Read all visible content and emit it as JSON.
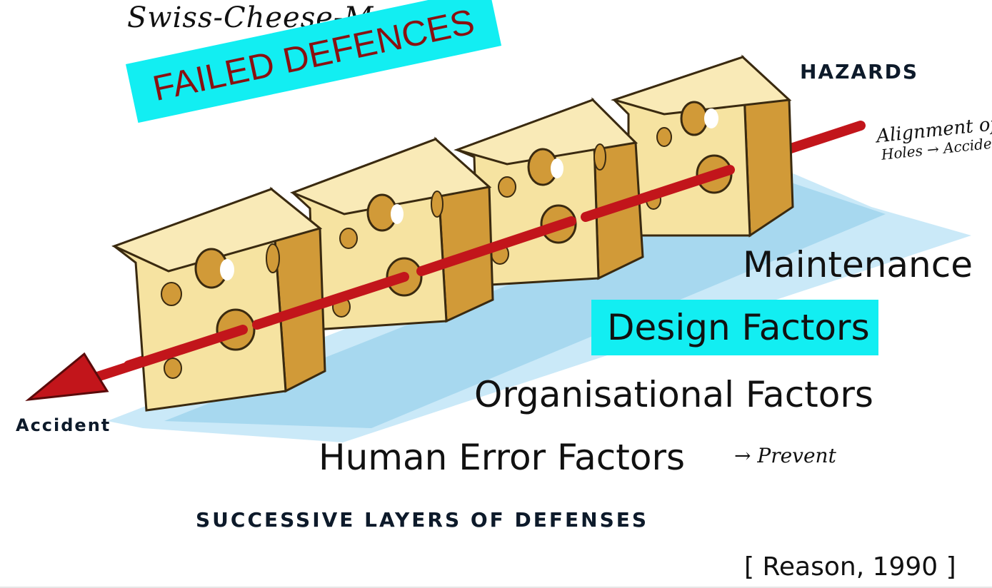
{
  "handwritten_title": "Swiss-Cheese-Model",
  "failed_defences": "FAILED DEFENCES",
  "hazards": "HAZARDS",
  "annotation_alignment": {
    "line1": "Alignment of",
    "line2": "Holes → Accident"
  },
  "factors": {
    "maintenance": "Maintenance",
    "design": "Design Factors",
    "organisational": "Organisational Factors",
    "human": "Human Error Factors"
  },
  "annotation_prevent": "→ Prevent",
  "accident": "Accident",
  "successive_layers": "SUCCESSIVE LAYERS OF DEFENSES",
  "citation": "[ Reason, 1990 ]",
  "colors": {
    "highlight": "#12eef2",
    "failed_text": "#8a1010",
    "cheese_face": "#f6e3a1",
    "cheese_side": "#d19a38",
    "arrow": "#c2151b",
    "shadow": "#9fd5ef"
  }
}
